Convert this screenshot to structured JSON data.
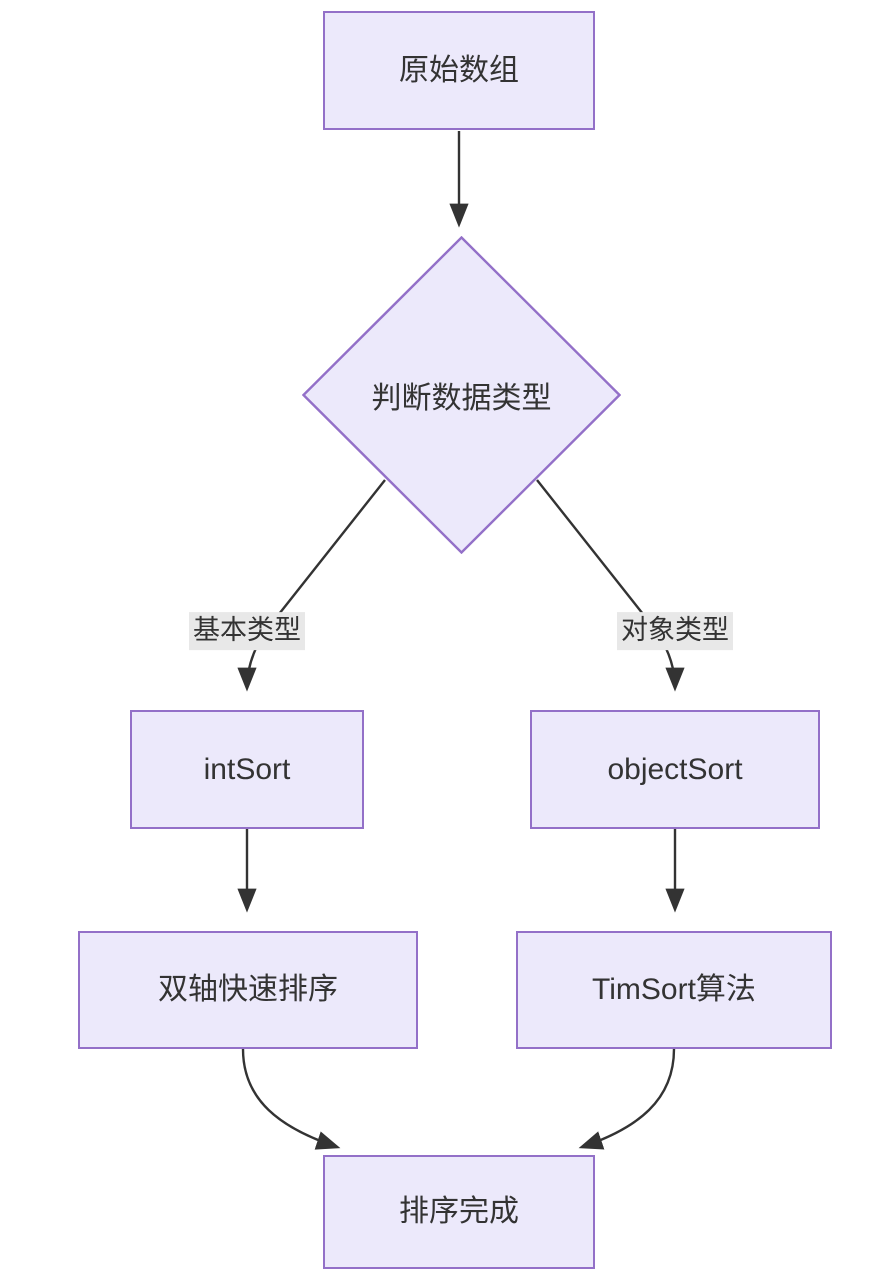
{
  "diagram": {
    "type": "flowchart",
    "direction": "top-down",
    "background_color": "#ffffff",
    "node_fill": "#ece9fb",
    "node_border": "#9370c8",
    "node_text_color": "#333333",
    "edge_color": "#333333",
    "edge_label_background": "#e8e8e8",
    "nodes": [
      {
        "id": "start",
        "label": "原始数组",
        "shape": "rect"
      },
      {
        "id": "decide",
        "label": "判断数据类型",
        "shape": "diamond"
      },
      {
        "id": "intsort",
        "label": "intSort",
        "shape": "rect"
      },
      {
        "id": "objectsort",
        "label": "objectSort",
        "shape": "rect"
      },
      {
        "id": "dualpivot",
        "label": "双轴快速排序",
        "shape": "rect"
      },
      {
        "id": "timsort",
        "label": "TimSort算法",
        "shape": "rect"
      },
      {
        "id": "done",
        "label": "排序完成",
        "shape": "rect"
      }
    ],
    "edges": [
      {
        "from": "start",
        "to": "decide",
        "label": ""
      },
      {
        "from": "decide",
        "to": "intsort",
        "label": "基本类型"
      },
      {
        "from": "decide",
        "to": "objectsort",
        "label": "对象类型"
      },
      {
        "from": "intsort",
        "to": "dualpivot",
        "label": ""
      },
      {
        "from": "objectsort",
        "to": "timsort",
        "label": ""
      },
      {
        "from": "dualpivot",
        "to": "done",
        "label": ""
      },
      {
        "from": "timsort",
        "to": "done",
        "label": ""
      }
    ]
  }
}
